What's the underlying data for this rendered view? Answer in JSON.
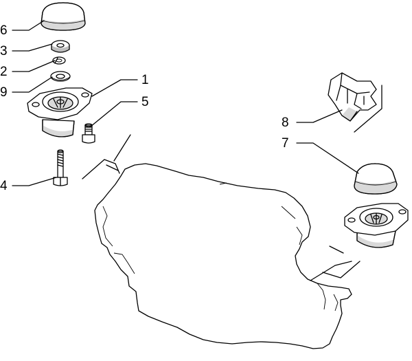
{
  "callouts": [
    {
      "id": "6",
      "text": "6"
    },
    {
      "id": "3",
      "text": "3"
    },
    {
      "id": "2",
      "text": "2"
    },
    {
      "id": "9",
      "text": "9"
    },
    {
      "id": "1",
      "text": "1"
    },
    {
      "id": "5",
      "text": "5"
    },
    {
      "id": "4",
      "text": "4"
    },
    {
      "id": "8",
      "text": "8"
    },
    {
      "id": "7",
      "text": "7"
    }
  ]
}
